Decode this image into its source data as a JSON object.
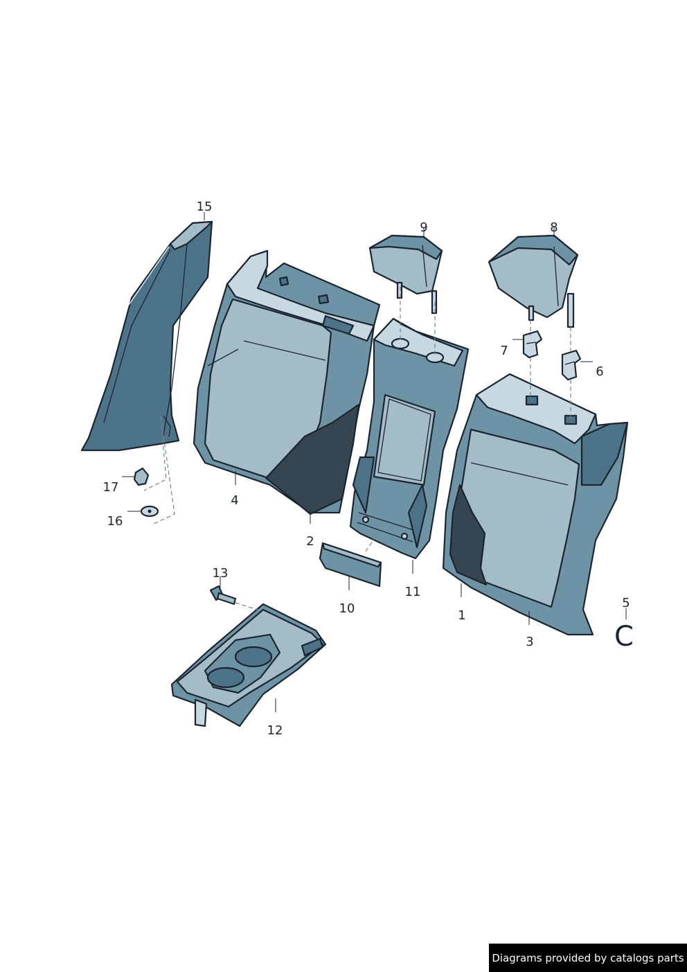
{
  "callouts": {
    "c1": "1",
    "c2": "2",
    "c3": "3",
    "c4": "4",
    "c5": "5",
    "c6": "6",
    "c7": "7",
    "c8": "8",
    "c9": "9",
    "c10": "10",
    "c11": "11",
    "c12": "12",
    "c13": "13",
    "c15": "15",
    "c16": "16",
    "c17": "17"
  },
  "variant_mark": "C",
  "credit": "Diagrams provided by catalogs parts",
  "colors": {
    "part_dark": "#4d7389",
    "part_mid": "#6e93a5",
    "part_light": "#a3bcc8",
    "fabric": "#354652",
    "outline": "#1b2430",
    "credit_background": "#000000"
  }
}
